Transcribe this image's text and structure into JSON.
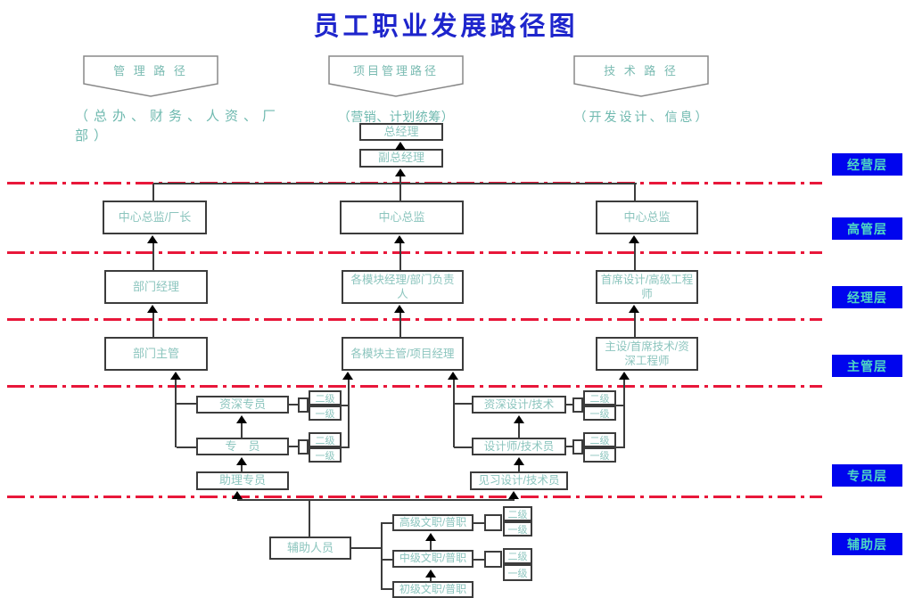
{
  "title": "员工职业发展路径图",
  "colors": {
    "title_blue": "#1E25CC",
    "divider_red": "#E8173A",
    "layer_label_bg": "#0005EE",
    "layer_label_text": "#4ED8C4",
    "box_text_teal": "#8CC5BE"
  },
  "banners": [
    {
      "label": "管 理 路 径",
      "sub": "（总办、财务、人资、厂部）"
    },
    {
      "label": "项目管理路径",
      "sub": "（营销、计划统筹）"
    },
    {
      "label": "技 术 路 径",
      "sub": "（开发设计、信息）"
    }
  ],
  "layer_labels": [
    "经营层",
    "高管层",
    "经理层",
    "主管层",
    "专员层",
    "辅助层"
  ],
  "nodes": {
    "gm": "总经理",
    "dgm": "副总经理",
    "dir_left": "中心总监/厂长",
    "dir_mid": "中心总监",
    "dir_right": "中心总监",
    "mgr_left": "部门经理",
    "mgr_mid": "各模块经理/部门负责人",
    "mgr_right": "首席设计/高级工程师",
    "sup_left": "部门主管",
    "sup_mid": "各模块主管/项目经理",
    "sup_right": "主设/首席技术/资深工程师",
    "sp_senior": "资深专员",
    "sp_mid": "专　员",
    "sp_junior": "助理专员",
    "tp_senior": "资深设计/技术",
    "tp_mid": "设计师/技术员",
    "tp_junior": "见习设计/技术员",
    "aux": "辅助人员",
    "aux_high": "高级文职/普职",
    "aux_mid": "中级文职/普职",
    "aux_low": "初级文职/普职"
  },
  "grade2": "二级",
  "grade1": "一级"
}
